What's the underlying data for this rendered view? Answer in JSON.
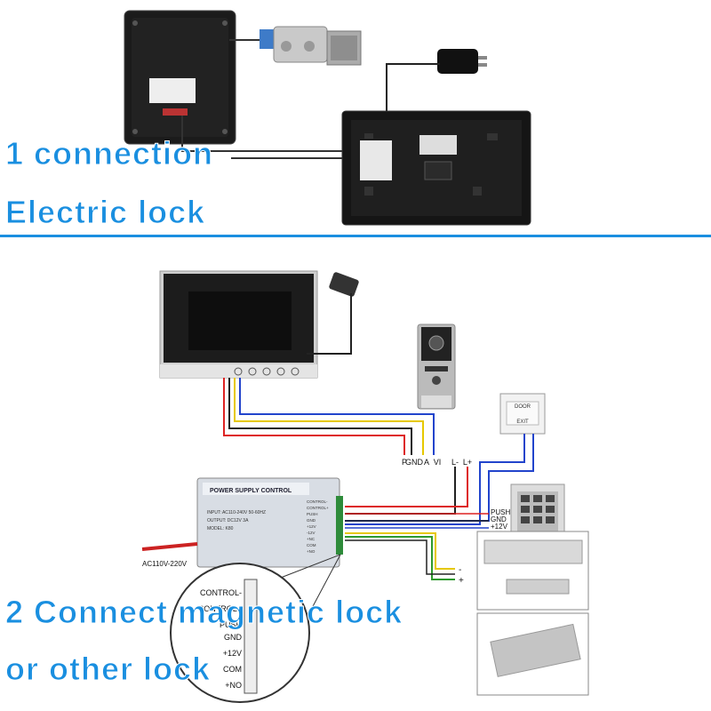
{
  "section1": {
    "title_line1": "1 connection",
    "title_line2": "Electric lock"
  },
  "section2": {
    "title_line1": "2 Connect magnetic lock",
    "title_line2": "or other lock"
  },
  "terminal_labels_camera": [
    "P",
    "GND",
    "A",
    "VI"
  ],
  "lock_labels": [
    "L-",
    "L+"
  ],
  "power_supply": {
    "brand": "POWER SUPPLY CONTROL",
    "input": "INPUT: AC110-240V 50-60HZ",
    "output": "OUTPUT: DC12V 3A",
    "model": "MODEL: K80",
    "ac_label": "AC110V-220V",
    "side_terminals": [
      "CONTROL-",
      "CONTROL+",
      "PUSH",
      "GND",
      "+12V",
      "-12V",
      "+NC",
      "COM",
      "+NO"
    ]
  },
  "keypad_labels": [
    "PUSH",
    "GND",
    "+12V"
  ],
  "exit_button": {
    "line1": "DOOR",
    "line2": "EXIT"
  },
  "zoom_terminals": [
    "CONTROL-",
    "CONTROL+",
    "PUSH",
    "GND",
    "+12V",
    "COM",
    "+NO"
  ],
  "output_signs": [
    "-",
    "+"
  ]
}
